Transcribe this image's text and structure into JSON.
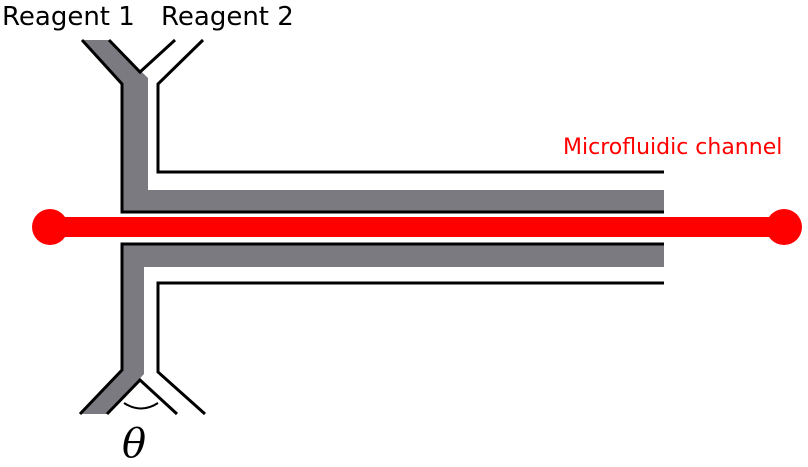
{
  "labels": {
    "reagent_1": "Reagent 1",
    "reagent_2": "Reagent 2",
    "channel": "Microfluidic channel",
    "angle_symbol": "θ"
  },
  "colors": {
    "background": "#ffffff",
    "wall": "#7a7a80",
    "outline": "#000000",
    "channel": "#ff0000",
    "channel_label": "#ff0000"
  }
}
